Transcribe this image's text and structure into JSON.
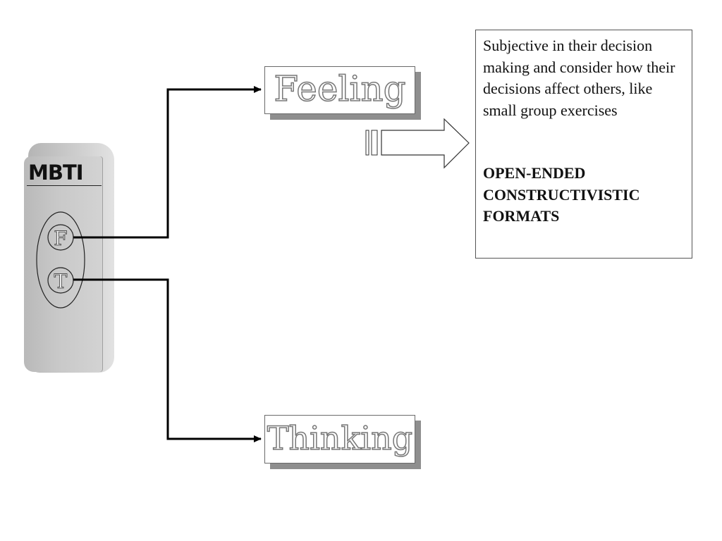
{
  "device": {
    "title": "MBTI",
    "letter_feeling": "F",
    "letter_thinking": "T"
  },
  "labels": {
    "feeling": "Feeling",
    "thinking": "Thinking"
  },
  "description": {
    "text": "Subjective in their decision making and consider how their decisions affect others, like small group exercises",
    "emphasis": "OPEN-ENDED CONSTRUCTIVISTIC FORMATS"
  }
}
